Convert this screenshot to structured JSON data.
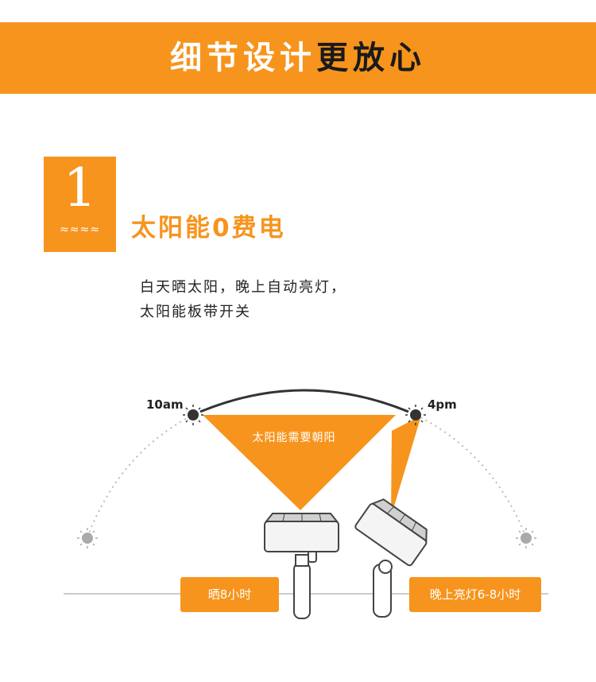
{
  "banner": {
    "title_white": "细节设计",
    "title_dark": "更放心"
  },
  "section": {
    "number": "1",
    "waves": "≈≈≈≈",
    "title": "太阳能0费电",
    "desc_line1": "白天晒太阳，晚上自动亮灯，",
    "desc_line2": "太阳能板带开关"
  },
  "diagram": {
    "morning_label": "10am",
    "afternoon_label": "4pm",
    "beam_text": "太阳能需要朝阳",
    "day_pill": "晒8小时",
    "night_pill": "晚上亮灯6-8小时"
  },
  "colors": {
    "accent": "#f7941d",
    "dark": "#1a1a1a",
    "arc": "#333333",
    "dotted": "#bbbbbb"
  },
  "icons": {
    "sun": "sun-icon",
    "solar_panel": "solar-panel-icon"
  }
}
